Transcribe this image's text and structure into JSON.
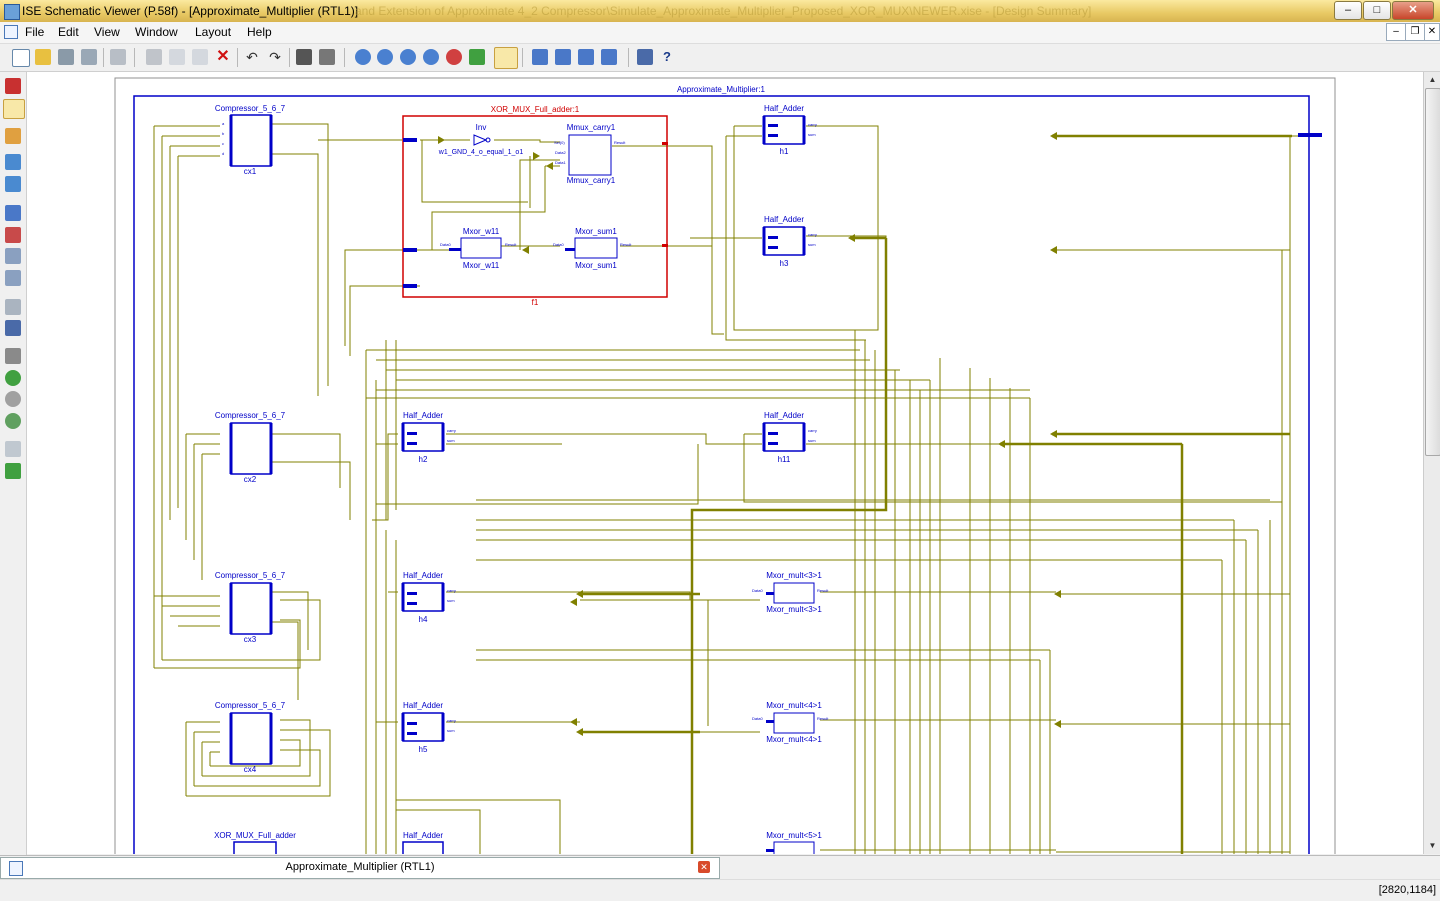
{
  "window": {
    "title": "ISE Schematic Viewer (P.58f) - [Approximate_Multiplier (RTL1)]",
    "title_faded": "and Extension of Approximate 4_2 Compressor\\Simulate_Approximate_Multiplier_Proposed_XOR_MUX\\NEWER.xise - [Design Summary]",
    "minimize_glyph": "–",
    "maximize_glyph": "□",
    "close_glyph": "✕"
  },
  "menu": {
    "items": [
      "File",
      "Edit",
      "View",
      "Window",
      "Layout",
      "Help"
    ],
    "mdi_min": "–",
    "mdi_restore": "❐",
    "mdi_close": "✕"
  },
  "schematic": {
    "top_label": "Approximate_Multiplier:1",
    "f1_title": "XOR_MUX_Full_adder:1",
    "f1_inst": "f1",
    "inv_label": "Inv",
    "inv_net": "w1_GND_4_o_equal_1_o1",
    "mux_label": "Mmux_carry1",
    "xor_w11": "Mxor_w11",
    "xor_sum1": "Mxor_sum1",
    "compressor_name": "Compressor_5_6_7",
    "half_adder_name": "Half_Adder",
    "xor_full_adder_name": "XOR_MUX_Full_adder",
    "cx": [
      "cx1",
      "cx2",
      "cx3",
      "cx4"
    ],
    "ha_insts": [
      "h1",
      "h3",
      "h2",
      "h11",
      "h4",
      "h5"
    ],
    "mult_xors": [
      "Mxor_mult<3>1",
      "Mxor_mult<4>1",
      "Mxor_mult<5>1"
    ],
    "port_carry": "carry",
    "port_sum": "sum",
    "port_result": "Result",
    "port_data0": "Data0",
    "port_data1": "Data1",
    "port_data2": "Data2",
    "port_sel": "Sel(0)",
    "port_o": "O",
    "port_c": "c",
    "port_s": "s",
    "port_a": "a",
    "port_b": "b",
    "port_d": "d"
  },
  "tab": {
    "label": "Approximate_Multiplier (RTL1)",
    "close_glyph": "✕"
  },
  "status": {
    "coords": "[2820,1184]"
  },
  "colors": {
    "wire": "#808000",
    "block": "#0000c8",
    "selected": "#d00000"
  }
}
